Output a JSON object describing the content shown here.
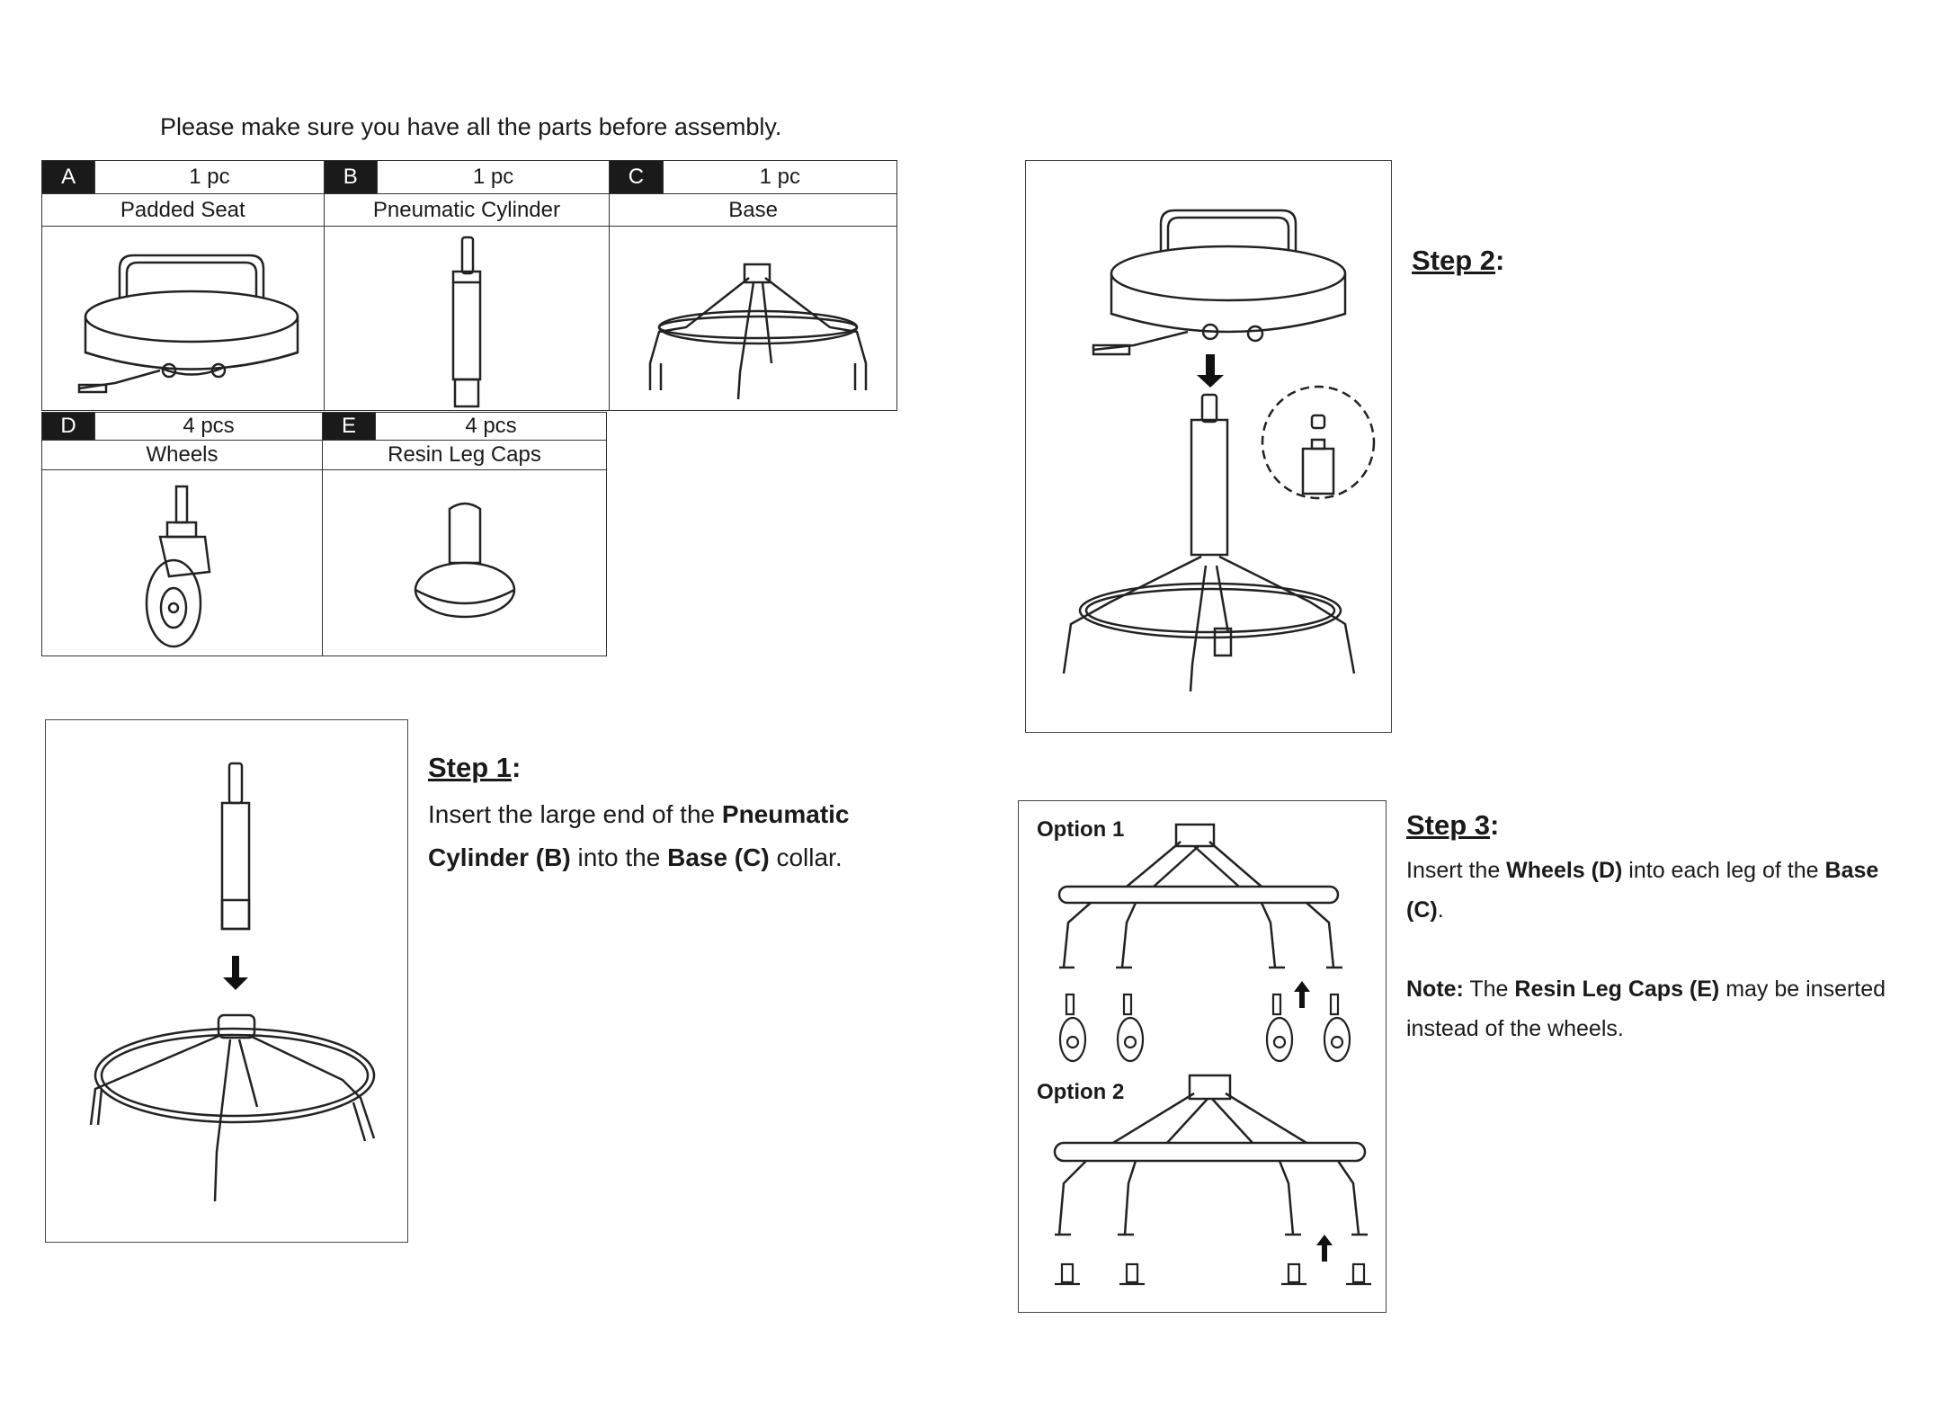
{
  "intro": "Please make sure you have all the parts before assembly.",
  "parts": [
    {
      "letter": "A",
      "qty": "1 pc",
      "name": "Padded Seat",
      "icon": "padded-seat-icon"
    },
    {
      "letter": "B",
      "qty": "1 pc",
      "name": "Pneumatic Cylinder",
      "icon": "pneumatic-cylinder-icon"
    },
    {
      "letter": "C",
      "qty": "1 pc",
      "name": "Base",
      "icon": "base-icon"
    },
    {
      "letter": "D",
      "qty": "4 pcs",
      "name": "Wheels",
      "icon": "wheel-icon"
    },
    {
      "letter": "E",
      "qty": "4 pcs",
      "name": "Resin Leg Caps",
      "icon": "leg-cap-icon"
    }
  ],
  "step1": {
    "label": "Step 1",
    "colon": ":",
    "t1": "Insert the large end of the ",
    "b1": "Pneumatic",
    "b2": "Cylinder (B)",
    "t2": " into the ",
    "b3": "Base (C)",
    "t3": " collar."
  },
  "step2": {
    "label": "Step 2",
    "colon": ":"
  },
  "step3": {
    "label": "Step 3",
    "colon": ":",
    "t1": "Insert the ",
    "b1": "Wheels (D)",
    "t2": " into each leg of the ",
    "b2": "Base",
    "b3": "(C)",
    "t3": ".",
    "note_label": "Note:",
    "n1": " The ",
    "n_b": "Resin Leg Caps (E)",
    "n2": " may be inserted",
    "n3": "instead of the wheels.",
    "option1": "Option 1",
    "option2": "Option 2"
  }
}
